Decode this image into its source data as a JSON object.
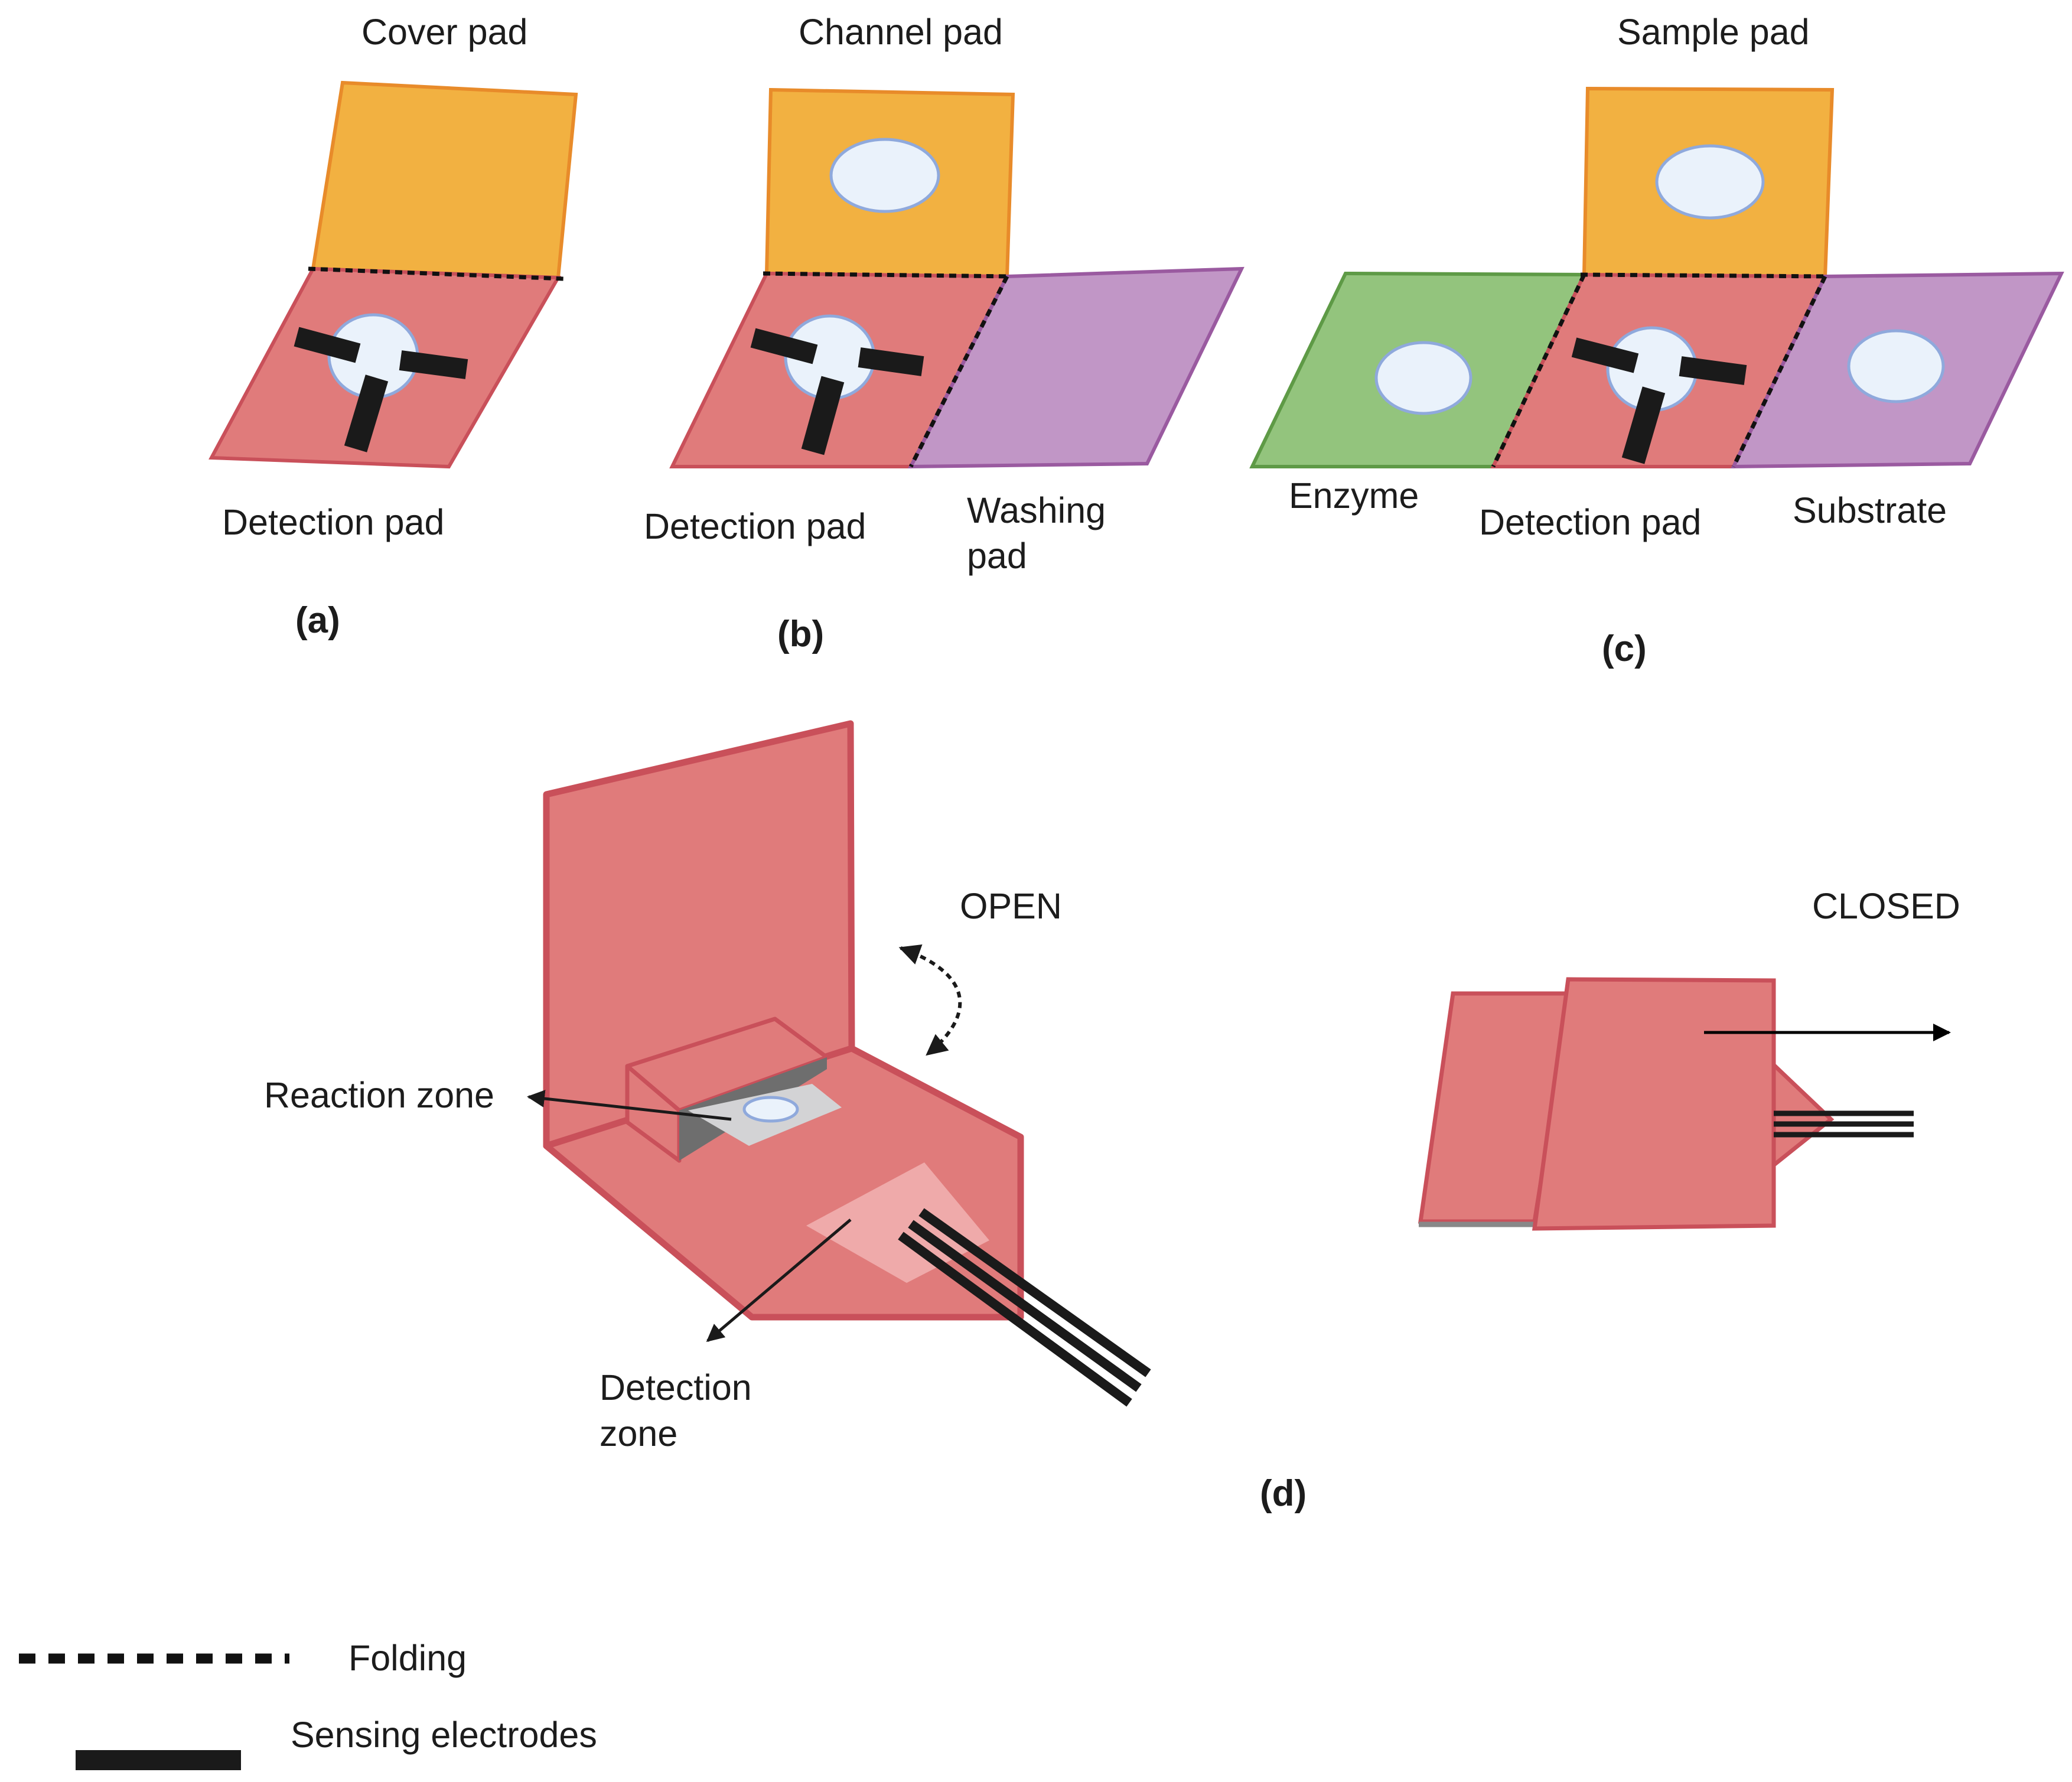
{
  "colors": {
    "detection": "#E07B7B",
    "detection_stroke": "#C9505A",
    "orange": "#F2B141",
    "orange_stroke": "#E88B2A",
    "purple": "#C196C6",
    "purple_stroke": "#9A5AA0",
    "green": "#93C47D",
    "green_stroke": "#5E9A46",
    "well": "#EAF2FB",
    "well_stroke": "#8FA9DC",
    "electrode": "#1A1A1A"
  },
  "panel_a": {
    "label": "(a)",
    "top_pad": "Cover pad",
    "bottom_pad": "Detection pad"
  },
  "panel_b": {
    "label": "(b)",
    "top_pad": "Channel pad",
    "bottom_pad": "Detection pad",
    "side_pad_line1": "Washing",
    "side_pad_line2": "pad"
  },
  "panel_c": {
    "label": "(c)",
    "top_pad": "Sample pad",
    "left_pad": "Enzyme",
    "center_pad": "Detection pad",
    "right_pad": "Substrate"
  },
  "panel_d": {
    "label": "(d)",
    "open_label": "OPEN",
    "closed_label": "CLOSED",
    "reaction_zone": "Reaction zone",
    "detection_zone_line1": "Detection",
    "detection_zone_line2": "zone"
  },
  "legend": {
    "folding": "Folding",
    "electrodes": "Sensing electrodes"
  }
}
